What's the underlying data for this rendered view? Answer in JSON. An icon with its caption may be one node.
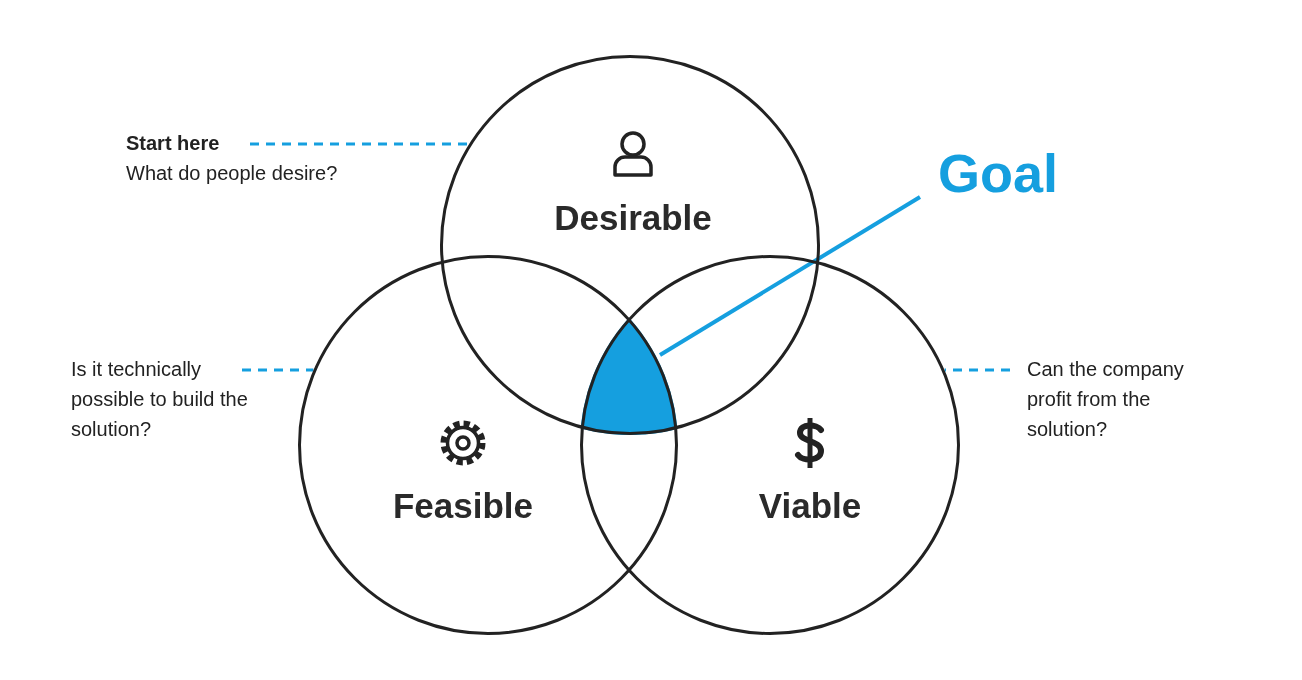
{
  "diagram": {
    "nodes": [
      {
        "text": [
          "Desirable"
        ]
      },
      {
        "text": [
          "Feasible"
        ]
      },
      {
        "text": [
          "Viable"
        ]
      },
      {
        "text": [
          "Start here",
          "What do people desire?"
        ]
      },
      {
        "text": [
          "Is it technically possible to build the solution?"
        ]
      },
      {
        "text": [
          "Can the company profit from the solution?"
        ]
      },
      {
        "text": [
          "Goal"
        ]
      },
      {
        "text": [],
        "shape": "triangle"
      }
    ],
    "edges": [
      {
        "from": 3,
        "to": 0,
        "arrow": "none",
        "style": "dashed",
        "color": "#159fdf"
      },
      {
        "from": 4,
        "to": 1,
        "arrow": "none",
        "style": "dashed",
        "color": "#159fdf"
      },
      {
        "from": 5,
        "to": 2,
        "arrow": "none",
        "style": "dashed",
        "color": "#159fdf"
      },
      {
        "from": 6,
        "to": 7,
        "arrow": "none",
        "color": "#159fdf"
      }
    ]
  }
}
